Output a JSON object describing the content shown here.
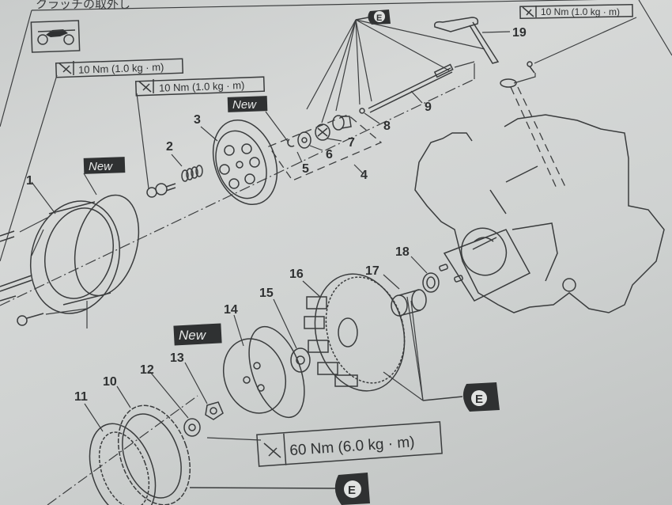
{
  "page": {
    "heading": "クラッチの取外し",
    "vehicle_icon": "motorcycle-icon"
  },
  "torque_specs": [
    {
      "id": "torque-cover-bolts",
      "value": "10 Nm (1.0 kg · m)"
    },
    {
      "id": "torque-spring-bolts",
      "value": "10 Nm (1.0 kg · m)"
    },
    {
      "id": "torque-push-lever-bolt",
      "value": "10 Nm (1.0 kg · m)"
    },
    {
      "id": "torque-boss-nut",
      "value": "60 Nm (6.0 kg · m)"
    }
  ],
  "new_badges": [
    "New",
    "New",
    "New"
  ],
  "oil_symbol": {
    "letter": "E",
    "meaning": "engine-oil"
  },
  "callouts": [
    "1",
    "2",
    "3",
    "4",
    "5",
    "6",
    "7",
    "8",
    "9",
    "10",
    "11",
    "12",
    "13",
    "14",
    "15",
    "16",
    "17",
    "18",
    "19"
  ],
  "colors": {
    "paper": "#d3d6d5",
    "ink": "#3a3c3d",
    "badge_bg": "#2f3132"
  }
}
